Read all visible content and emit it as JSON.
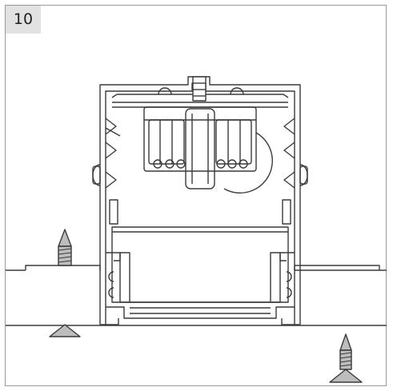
{
  "step": {
    "number": "10"
  },
  "palette": {
    "line": "#3a3a3a",
    "screw_fill": "#bdbdbd",
    "badge_bg": "#e2e2e2"
  },
  "parts": {
    "profile": "recessed-aluminium-profile",
    "driver": "led-driver-with-terminal-blocks",
    "diffuser": "opal-diffuser",
    "screws": [
      "screw-left",
      "screw-right",
      "screw-center-head"
    ]
  }
}
